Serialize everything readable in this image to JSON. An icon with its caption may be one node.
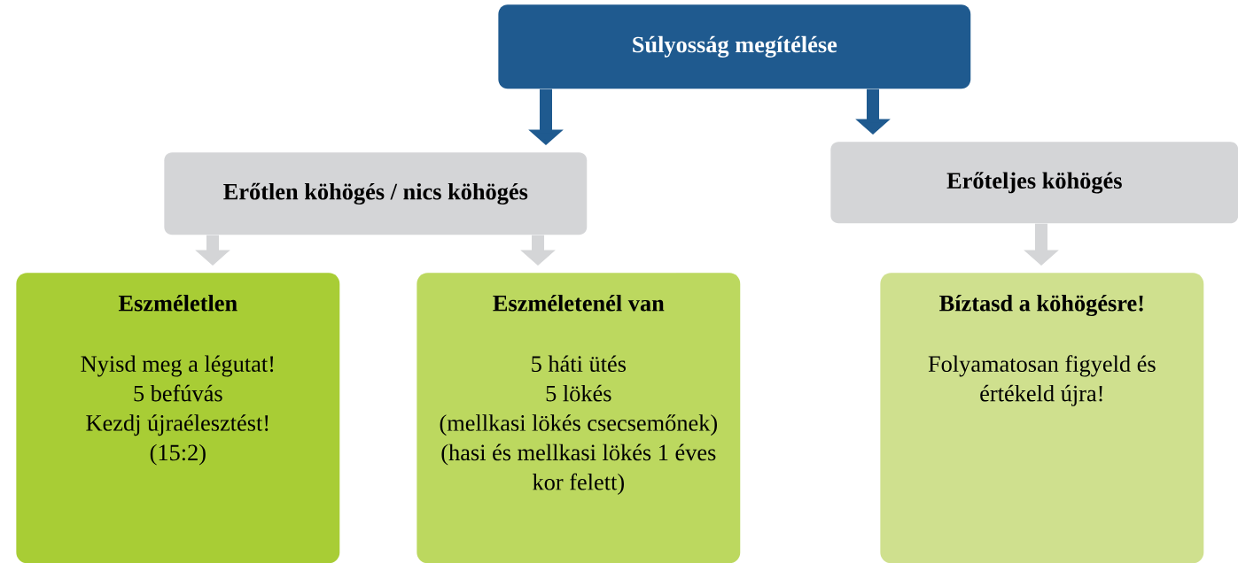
{
  "diagram": {
    "nodes": [
      {
        "text": [
          "Súlyosság megítélése"
        ]
      },
      {
        "text": [
          "Erőtlen köhögés / nics köhögés"
        ]
      },
      {
        "text": [
          "Erőteljes köhögés"
        ]
      },
      {
        "text": [
          "Eszméletlen",
          "Nyisd meg a légutat!",
          "5 befúvás",
          "Kezdj újraélesztést!",
          "(15:2)"
        ]
      },
      {
        "text": [
          "Eszméletenél van",
          "5 háti ütés",
          "5 lökés",
          "(mellkasi lökés csecsemőnek)",
          "(hasi és mellkasi lökés 1 éves kor felett)"
        ]
      },
      {
        "text": [
          "Bíztasd a köhögésre!",
          "Folyamatosan figyeld és értékeld újra!"
        ]
      }
    ],
    "edges": [
      {
        "from": 0,
        "to": 1,
        "arrow": "to",
        "color": "#1f5a8f"
      },
      {
        "from": 0,
        "to": 2,
        "arrow": "to",
        "color": "#1f5a8f"
      },
      {
        "from": 1,
        "to": 3,
        "arrow": "to"
      },
      {
        "from": 1,
        "to": 4,
        "arrow": "to"
      },
      {
        "from": 2,
        "to": 5,
        "arrow": "to"
      }
    ]
  }
}
